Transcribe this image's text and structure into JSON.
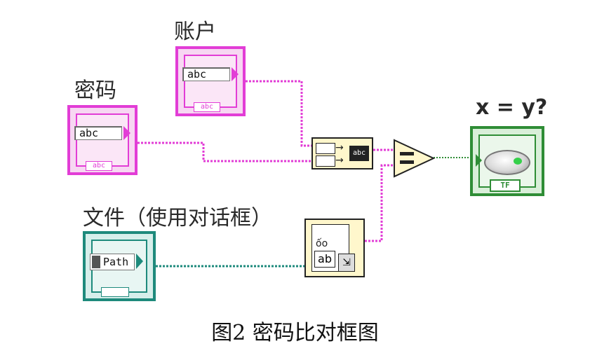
{
  "labels": {
    "account": "账户",
    "password": "密码",
    "file_dialog": "文件（使用对话框）",
    "compare": "x = y?"
  },
  "controls": {
    "account_value": "abc",
    "account_tag": "abc",
    "password_value": "abc",
    "password_tag": "abc",
    "path_value": "Path",
    "bool_tag": "TF"
  },
  "functions": {
    "concat_output": "abc",
    "file_text": "ab",
    "file_glyph": "ốo"
  },
  "caption": "图2   密码比对框图",
  "colors": {
    "string_wire": "#e23dd6",
    "path_wire": "#1e8a7c",
    "bool_wire": "#2f8d36"
  }
}
